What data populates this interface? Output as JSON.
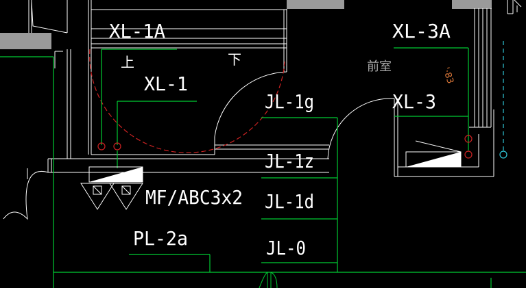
{
  "colors": {
    "background": "#000000",
    "wall": "#ffffff",
    "pipe": "#00cc33",
    "red_outline": "#cc2222",
    "gray_block": "#9a9a9a",
    "orange_text": "#e07a3a",
    "cyan": "#2fc7d8"
  },
  "labels": {
    "xl_1a": "XL-1A",
    "xl_3a": "XL-3A",
    "xl_1": "XL-1",
    "xl_3": "XL-3",
    "jl_1g": "JL-1g",
    "jl_1z": "JL-1z",
    "jl_1d": "JL-1d",
    "jl_0": "JL-0",
    "mf": "MF/ABC3x2",
    "pl_2a": "PL-2a"
  },
  "annotations": {
    "up": "上",
    "down": "下",
    "front_room": "前室",
    "orange_note": "'·83"
  }
}
